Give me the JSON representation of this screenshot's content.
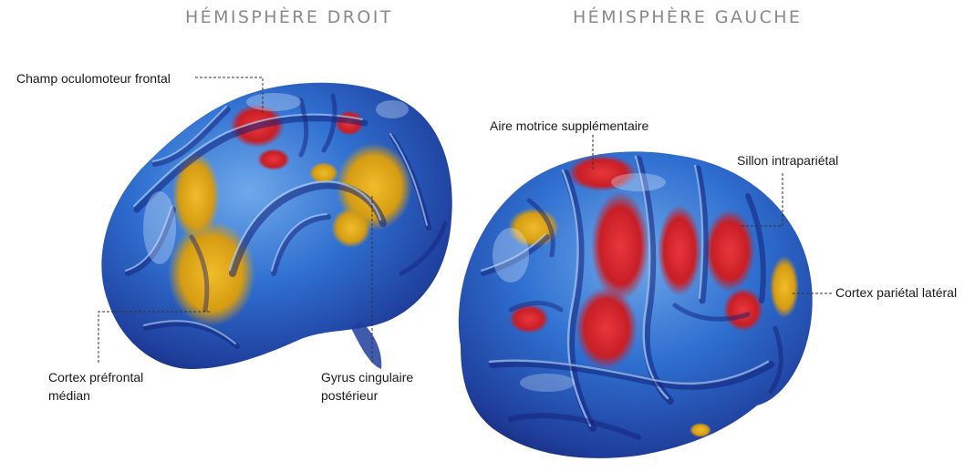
{
  "titles": {
    "right_hemisphere": "HÉMISPHÈRE DROIT",
    "left_hemisphere": "HÉMISPHÈRE GAUCHE"
  },
  "labels": {
    "frontal_eye_field": "Champ oculomoteur frontal",
    "medial_prefrontal_line1": "Cortex préfrontal",
    "medial_prefrontal_line2": "médian",
    "posterior_cingulate_line1": "Gyrus cingulaire",
    "posterior_cingulate_line2": "postérieur",
    "supplementary_motor_area": "Aire motrice  supplémentaire",
    "intraparietal_sulcus": "Sillon intrapariétal",
    "lateral_parietal_cortex": "Cortex pariétal latéral"
  },
  "colors": {
    "brain_base": "#2f6fd0",
    "brain_dark": "#1a2f8a",
    "brain_highlight": "#bcd6f2",
    "activation_red": "#d3222a",
    "activation_yellow": "#e2ad1a",
    "leader_line": "#333333",
    "title_gray": "#8a8a8a"
  }
}
